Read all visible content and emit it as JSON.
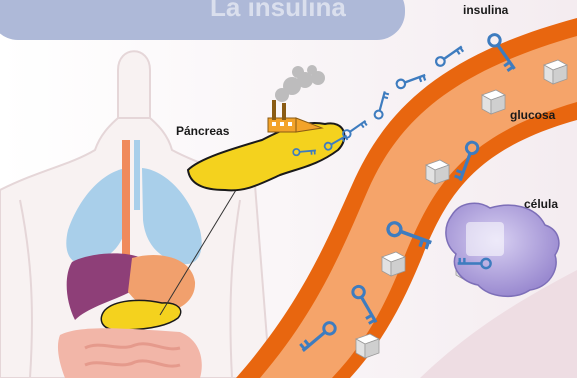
{
  "title": "La insulina",
  "labels": {
    "insulina": "insulina",
    "glucosa": "glucosa",
    "celula": "célula",
    "pancreas": "Páncreas"
  },
  "colors": {
    "banner": "#aeb9d8",
    "vessel_wall": "#e8660f",
    "vessel_inner": "#f5a46a",
    "pancreas": "#f4d21e",
    "key": "#3e7cbf",
    "cell": "#a89ad8",
    "lungs": "#a9cfea",
    "liver": "#8e3f78",
    "stomach": "#f1a06d",
    "intestine": "#f2b6a8"
  },
  "icons": [
    "key-icon",
    "glucose-cube-icon",
    "factory-icon",
    "cell-icon"
  ]
}
